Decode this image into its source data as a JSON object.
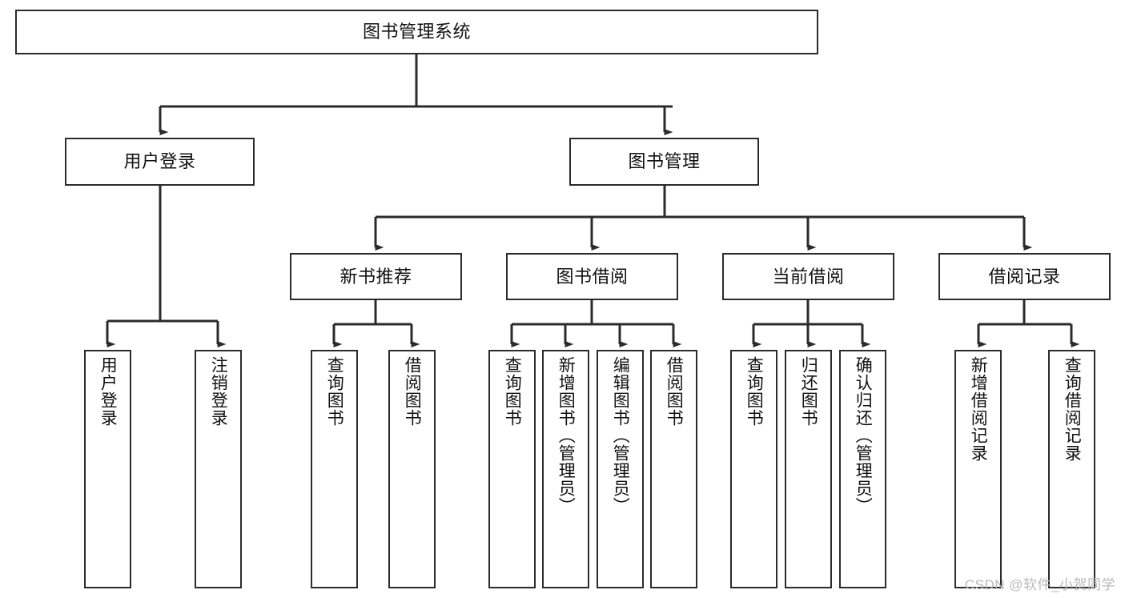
{
  "diagram": {
    "title": "图书管理系统",
    "type": "hierarchy-tree",
    "background": "#ffffff",
    "line_color": "#2b2b2b",
    "box_fill": "#ffffff",
    "watermark": "CSDN @软件_小贺同学",
    "levels": {
      "root": {
        "label": "图书管理系统"
      },
      "level2": [
        {
          "label": "用户登录"
        },
        {
          "label": "图书管理"
        }
      ],
      "level3": [
        {
          "label": "新书推荐"
        },
        {
          "label": "图书借阅"
        },
        {
          "label": "当前借阅"
        },
        {
          "label": "借阅记录"
        }
      ],
      "leaves": {
        "user_login": [
          {
            "label": "用户登录"
          },
          {
            "label": "注销登录"
          }
        ],
        "new_book_recommend": [
          {
            "label": "查询图书"
          },
          {
            "label": "借阅图书"
          }
        ],
        "book_borrow": [
          {
            "label": "查询图书"
          },
          {
            "label": "新增图书（管理员）"
          },
          {
            "label": "编辑图书（管理员）"
          },
          {
            "label": "借阅图书"
          }
        ],
        "current_borrow": [
          {
            "label": "查询图书"
          },
          {
            "label": "归还图书"
          },
          {
            "label": "确认归还（管理员）"
          }
        ],
        "borrow_record": [
          {
            "label": "新增借阅记录"
          },
          {
            "label": "查询借阅记录"
          }
        ]
      }
    }
  }
}
